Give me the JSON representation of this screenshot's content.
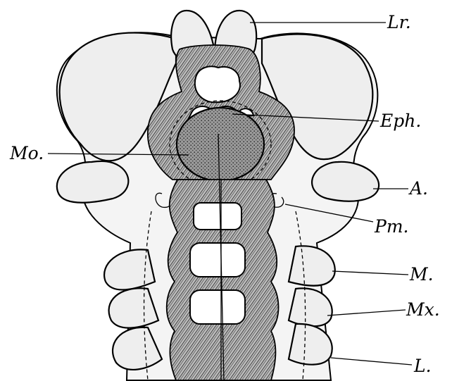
{
  "figure": {
    "labels": {
      "labrum": "Lr.",
      "epipharynx": "Eph.",
      "mouth": "Mo.",
      "antenna": "A.",
      "premandibular": "Pm.",
      "mandible": "M.",
      "maxilla": "Mx.",
      "labium": "L."
    }
  }
}
